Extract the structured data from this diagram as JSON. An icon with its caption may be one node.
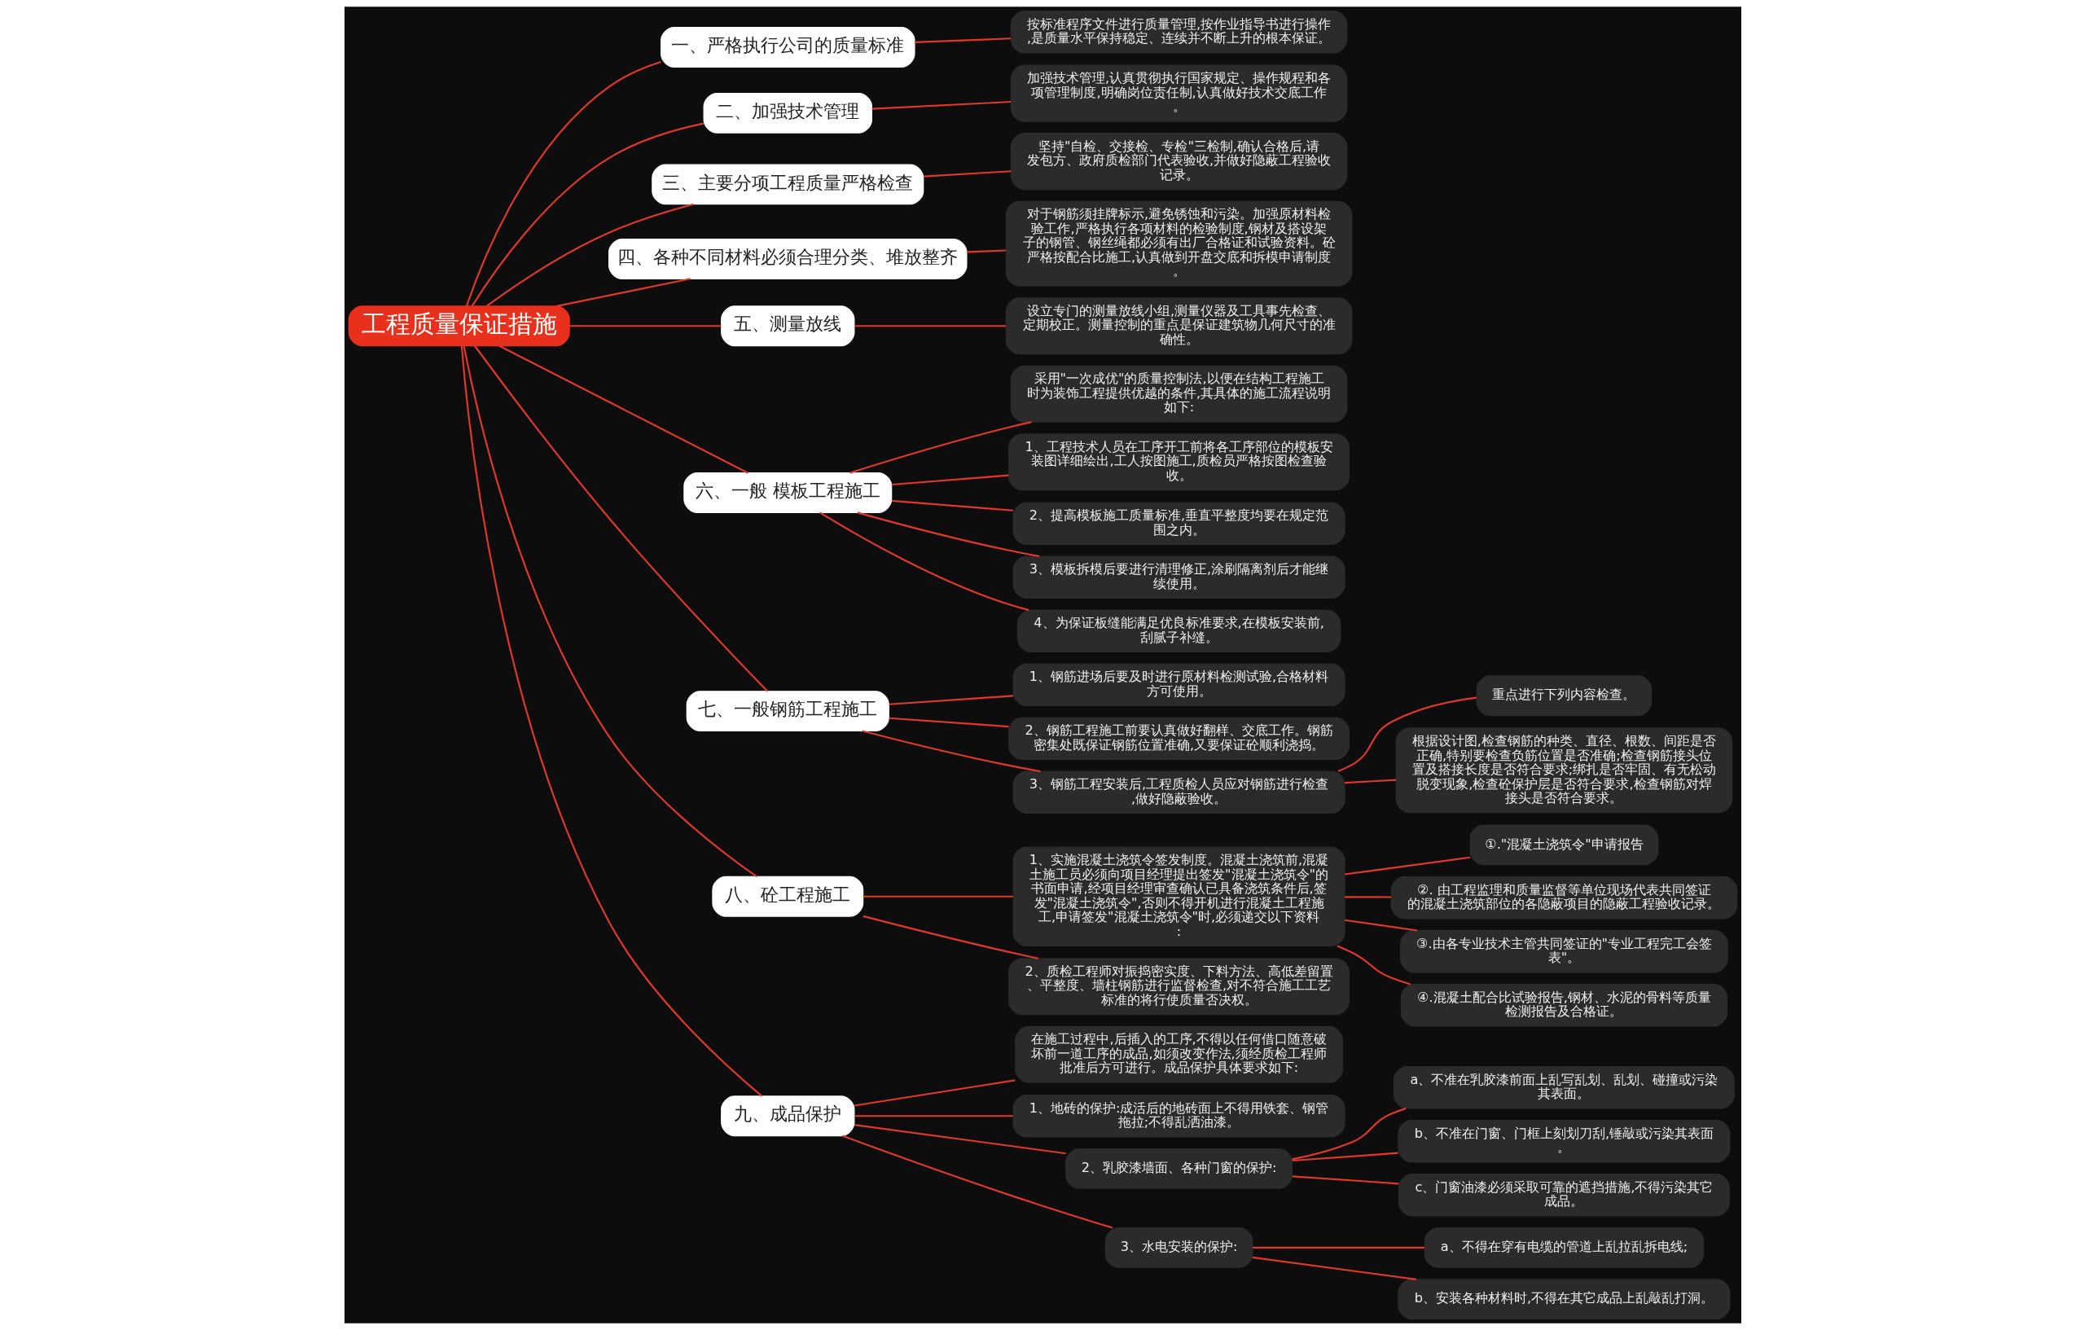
{
  "diagram": {
    "nodes": [
      {
        "text": [
          "工程质量保证措施"
        ]
      },
      {
        "text": [
          "一、严格执行公司的质量标准"
        ]
      },
      {
        "text": [
          "按标准程序文件进行质量管理,按作业指导书进行操作,是质量水平保持稳定、连续并不断上升的根本保证。"
        ]
      },
      {
        "text": [
          "二、加强技术管理"
        ]
      },
      {
        "text": [
          "加强技术管理,认真贯彻执行国家规定、操作规程和各项管理制度,明确岗位责任制,认真做好技术交底工作。"
        ]
      },
      {
        "text": [
          "三、主要分项工程质量严格检查"
        ]
      },
      {
        "text": [
          "坚持\"自检、交接检、专检\"三检制,确认合格后,请发包方、政府质检部门代表验收,并做好隐蔽工程验收记录。"
        ]
      },
      {
        "text": [
          "四、各种不同材料必须合理分类、堆放整齐"
        ]
      },
      {
        "text": [
          "对于钢筋须挂牌标示,避免锈蚀和污染。加强原材料检验工作,严格执行各项材料的检验制度,钢材及搭设架子的钢管、钢丝绳都必须有出厂合格证和试验资料。砼严格按配合比施工,认真做到开盘交底和拆模申请制度。"
        ]
      },
      {
        "text": [
          "五、测量放线"
        ]
      },
      {
        "text": [
          "设立专门的测量放线小组,测量仪器及工具事先检查、定期校正。测量控制的重点是保证建筑物几何尺寸的准确性。"
        ]
      },
      {
        "text": [
          "六、一般 模板工程施工"
        ]
      },
      {
        "text": [
          "采用\"一次成优\"的质量控制法,以便在结构工程施工时为装饰工程提供优越的条件,其具体的施工流程说明如下:"
        ]
      },
      {
        "text": [
          "1、工程技术人员在工序开工前将各工序部位的模板安装图详细绘出,工人按图施工,质检员严格按图检查验收。"
        ]
      },
      {
        "text": [
          "2、提高模板施工质量标准,垂直平整度均要在规定范围之内。"
        ]
      },
      {
        "text": [
          "3、模板拆模后要进行清理修正,涂刷隔离剂后才能继续使用。"
        ]
      },
      {
        "text": [
          "4、为保证板缝能满足优良标准要求,在模板安装前,刮腻子补缝。"
        ]
      },
      {
        "text": [
          "七、一般钢筋工程施工"
        ]
      },
      {
        "text": [
          "1、钢筋进场后要及时进行原材料检测试验,合格材料方可使用。"
        ]
      },
      {
        "text": [
          "2、钢筋工程施工前要认真做好翻样、交底工作。钢筋密集处既保证钢筋位置准确,又要保证砼顺利浇捣。"
        ]
      },
      {
        "text": [
          "3、钢筋工程安装后,工程质检人员应对钢筋进行检查,做好隐蔽验收。"
        ]
      },
      {
        "text": [
          "重点进行下列内容检查。"
        ]
      },
      {
        "text": [
          "根据设计图,检查钢筋的种类、直径、根数、间距是否正确,特别要检查负筋位置是否准确;检查钢筋接头位置及搭接长度是否符合要求;绑扎是否牢固、有无松动脱变现象,检查砼保护层是否符合要求,检查钢筋对焊接头是否符合要求。"
        ]
      },
      {
        "text": [
          "八、砼工程施工"
        ]
      },
      {
        "text": [
          "1、实施混凝土浇筑令签发制度。混凝土浇筑前,混凝土施工员必须向项目经理提出签发\"混凝土浇筑令\"的书面申请,经项目经理审查确认已具备浇筑条件后,签发\"混凝土浇筑令\",否则不得开机进行混凝土工程施工,申请签发\"混凝土浇筑令\"时,必须递交以下资料:"
        ]
      },
      {
        "text": [
          "①.\"混凝土浇筑令\"申请报告"
        ]
      },
      {
        "text": [
          "②. 由工程监理和质量监督等单位现场代表共同签证的混凝土浇筑部位的各隐蔽项目的隐蔽工程验收记录。"
        ]
      },
      {
        "text": [
          "③.由各专业技术主管共同签证的\"专业工程完工会签表\"。"
        ]
      },
      {
        "text": [
          "④.混凝土配合比试验报告,钢材、水泥的骨料等质量检测报告及合格证。"
        ]
      },
      {
        "text": [
          "2、质检工程师对振捣密实度、下料方法、高低差留置、平整度、墙柱钢筋进行监督检查,对不符合施工工艺标准的将行使质量否决权。"
        ]
      },
      {
        "text": [
          "九、成品保护"
        ]
      },
      {
        "text": [
          "在施工过程中,后插入的工序,不得以任何借口随意破坏前一道工序的成品,如须改变作法,须经质检工程师批准后方可进行。成品保护具体要求如下:"
        ]
      },
      {
        "text": [
          "1、地砖的保护:成活后的地砖面上不得用铁套、钢管拖拉;不得乱洒油漆。"
        ]
      },
      {
        "text": [
          "2、乳胶漆墙面、各种门窗的保护:"
        ]
      },
      {
        "text": [
          "a、不准在乳胶漆前面上乱写乱划、乱划、碰撞或污染其表面。"
        ]
      },
      {
        "text": [
          "b、不准在门窗、门框上刻划刀刮,锤敲或污染其表面。"
        ]
      },
      {
        "text": [
          "c、门窗油漆必须采取可靠的遮挡措施,不得污染其它成品。"
        ]
      },
      {
        "text": [
          "3、水电安装的保护:"
        ]
      },
      {
        "text": [
          "a、不得在穿有电缆的管道上乱拉乱拆电线;"
        ]
      },
      {
        "text": [
          "b、安装各种材料时,不得在其它成品上乱敲乱打洞。"
        ]
      }
    ],
    "edges": [
      {
        "from": 0,
        "to": 1,
        "arrow": "none"
      },
      {
        "from": 1,
        "to": 2,
        "arrow": "none"
      },
      {
        "from": 0,
        "to": 3,
        "arrow": "none"
      },
      {
        "from": 3,
        "to": 4,
        "arrow": "none"
      },
      {
        "from": 0,
        "to": 5,
        "arrow": "none"
      },
      {
        "from": 5,
        "to": 6,
        "arrow": "none"
      },
      {
        "from": 0,
        "to": 7,
        "arrow": "none"
      },
      {
        "from": 7,
        "to": 8,
        "arrow": "none"
      },
      {
        "from": 0,
        "to": 9,
        "arrow": "none"
      },
      {
        "from": 9,
        "to": 10,
        "arrow": "none"
      },
      {
        "from": 0,
        "to": 11,
        "arrow": "none"
      },
      {
        "from": 11,
        "to": 12,
        "arrow": "none"
      },
      {
        "from": 11,
        "to": 13,
        "arrow": "none"
      },
      {
        "from": 11,
        "to": 14,
        "arrow": "none"
      },
      {
        "from": 11,
        "to": 15,
        "arrow": "none"
      },
      {
        "from": 11,
        "to": 16,
        "arrow": "none"
      },
      {
        "from": 0,
        "to": 17,
        "arrow": "none"
      },
      {
        "from": 17,
        "to": 18,
        "arrow": "none"
      },
      {
        "from": 17,
        "to": 19,
        "arrow": "none"
      },
      {
        "from": 17,
        "to": 20,
        "arrow": "none"
      },
      {
        "from": 20,
        "to": 21,
        "arrow": "none"
      },
      {
        "from": 20,
        "to": 22,
        "arrow": "none"
      },
      {
        "from": 0,
        "to": 23,
        "arrow": "none"
      },
      {
        "from": 23,
        "to": 24,
        "arrow": "none"
      },
      {
        "from": 24,
        "to": 25,
        "arrow": "none"
      },
      {
        "from": 24,
        "to": 26,
        "arrow": "none"
      },
      {
        "from": 24,
        "to": 27,
        "arrow": "none"
      },
      {
        "from": 24,
        "to": 28,
        "arrow": "none"
      },
      {
        "from": 23,
        "to": 29,
        "arrow": "none"
      },
      {
        "from": 0,
        "to": 30,
        "arrow": "none"
      },
      {
        "from": 30,
        "to": 31,
        "arrow": "none"
      },
      {
        "from": 30,
        "to": 32,
        "arrow": "none"
      },
      {
        "from": 30,
        "to": 33,
        "arrow": "none"
      },
      {
        "from": 33,
        "to": 34,
        "arrow": "none"
      },
      {
        "from": 33,
        "to": 35,
        "arrow": "none"
      },
      {
        "from": 33,
        "to": 36,
        "arrow": "none"
      },
      {
        "from": 30,
        "to": 37,
        "arrow": "none"
      },
      {
        "from": 37,
        "to": 38,
        "arrow": "none"
      },
      {
        "from": 37,
        "to": 39,
        "arrow": "none"
      }
    ]
  }
}
